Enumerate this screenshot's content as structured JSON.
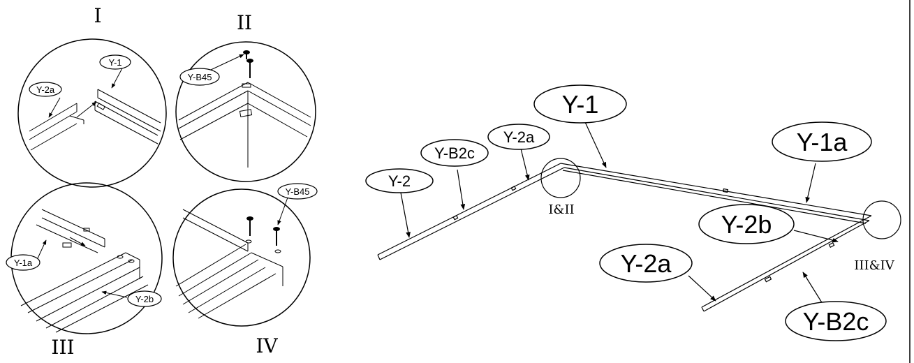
{
  "detail_titles": {
    "i": "I",
    "ii": "II",
    "iii": "III",
    "iv": "IV"
  },
  "detail_labels": {
    "i_y2a": "Y-2a",
    "i_y1": "Y-1",
    "ii_yb45": "Y-B45",
    "iii_y1a": "Y-1a",
    "iii_y2b": "Y-2b",
    "iv_yb45": "Y-B45"
  },
  "main_labels": {
    "y1": "Y-1",
    "y1a": "Y-1a",
    "y2": "Y-2",
    "yb2c_left": "Y-B2c",
    "y2a_left": "Y-2a",
    "y2b": "Y-2b",
    "y2a_right": "Y-2a",
    "yb2c_right": "Y-B2c"
  },
  "corner_refs": {
    "left": "I&II",
    "right": "III&IV"
  }
}
